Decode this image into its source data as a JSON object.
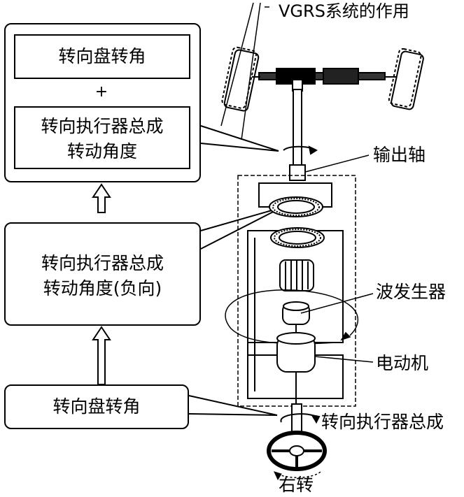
{
  "title": "VGRS系统的作用",
  "boxes": {
    "top_group": {
      "steering_angle": "转向盘转角",
      "plus": "+",
      "actuator_line1": "转向执行器总成",
      "actuator_line2": "转动角度"
    },
    "middle": {
      "line1": "转向执行器总成",
      "line2": "转动角度(负向)"
    },
    "bottom": {
      "label": "转向盘转角"
    }
  },
  "labels": {
    "output_shaft": "输出轴",
    "wave_generator": "波发生器",
    "motor": "电动机",
    "actuator_assembly": "转向执行器总成",
    "turn_right": "右转"
  }
}
